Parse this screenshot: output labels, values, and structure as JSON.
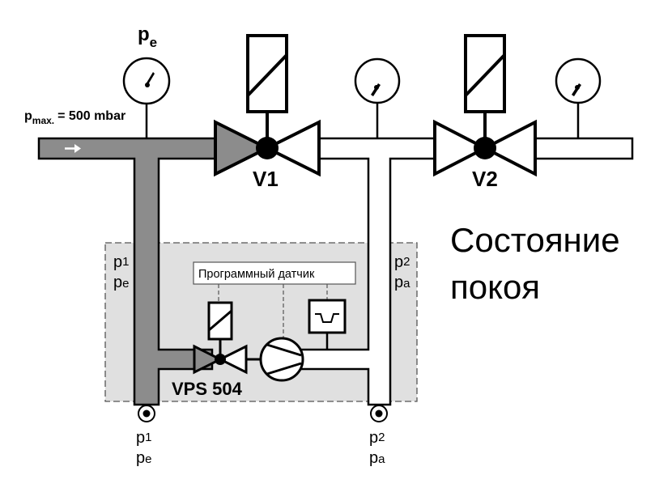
{
  "colors": {
    "line": "#000000",
    "pipe_pressurized": "#8c8c8c",
    "pipe_empty": "#ffffff",
    "vps_panel": "#e0e0e0",
    "background": "#ffffff"
  },
  "labels": {
    "pe_top": "p",
    "pe_top_sub": "e",
    "pmax_p": "p",
    "pmax_sub": "max.",
    "pmax_value": "= 500 mbar",
    "v1": "V1",
    "v2": "V2",
    "state_line1": "Состояние",
    "state_line2": "покоя",
    "program_sensor": "Программный датчик",
    "vps": "VPS 504",
    "inner_left_p": "p",
    "inner_left_1": "1",
    "inner_left_pe": "p",
    "inner_left_e": "e",
    "inner_right_p": "p",
    "inner_right_2": "2",
    "inner_right_pa": "p",
    "inner_right_a": "a",
    "bottom_left_p": "p",
    "bottom_left_1": "1",
    "bottom_left_pe": "p",
    "bottom_left_e": "e",
    "bottom_right_p": "p",
    "bottom_right_2": "2",
    "bottom_right_pa": "p",
    "bottom_right_a": "a"
  },
  "icons": {
    "flow_arrow": "flow-arrow-icon",
    "gauge": "pressure-gauge-icon",
    "solenoid": "solenoid-coil-icon",
    "valve": "valve-icon",
    "pump": "pump-icon",
    "pressure_switch": "pressure-switch-icon",
    "connection_port": "connection-port-icon"
  }
}
